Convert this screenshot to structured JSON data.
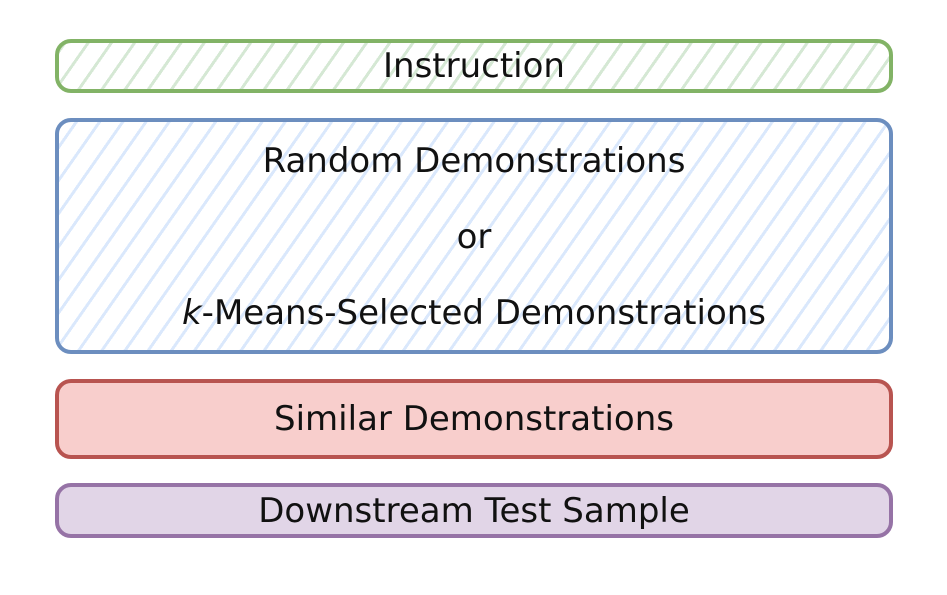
{
  "blocks": {
    "instruction": {
      "label": "Instruction",
      "color": "#82b366",
      "fill": "#d5e8d4"
    },
    "demonstrations": {
      "line1": "Random Demonstrations",
      "line2": "or",
      "line3_k": "k",
      "line3_rest": "-Means-Selected Demonstrations",
      "color": "#6c8ebf",
      "fill": "#dae8fc"
    },
    "similar": {
      "label": "Similar Demonstrations",
      "color": "#b85450",
      "fill": "#f8cecc"
    },
    "downstream": {
      "label": "Downstream Test Sample",
      "color": "#9673a6",
      "fill": "#e1d5e7"
    }
  }
}
